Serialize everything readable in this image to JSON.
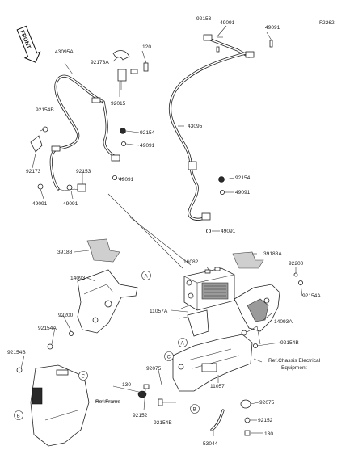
{
  "figure_code": "F2262",
  "front_marker": "FRONT",
  "callouts": {
    "A": "A",
    "B": "B",
    "C": "C"
  },
  "references": {
    "chassis_electrical": [
      "Ref.Chassis Electrical",
      "Equipment"
    ],
    "frame": "Ref.Frame"
  },
  "parts": {
    "p43095A": "43095A",
    "p92173A": "92173A",
    "p120": "120",
    "p92015": "92015",
    "p92154_a": "92154",
    "p49091_a": "49091",
    "p49091_b": "49091",
    "p92154B_a": "92154B",
    "p92173": "92173",
    "p92153_a": "92153",
    "p49091_c": "49091",
    "p49091_d": "49091",
    "p92153_b": "92153",
    "p49091_top1": "49091",
    "p49091_top2": "49091",
    "p43095": "43095",
    "p92154_b": "92154",
    "p49091_e": "49091",
    "p49091_f": "49091",
    "p39188": "39188",
    "p16082": "16082",
    "p39188A": "39188A",
    "p92200_a": "92200",
    "p92154A_a": "92154A",
    "p14093": "14093",
    "p11057A": "11057A",
    "p14093A": "14093A",
    "p92200_b": "92200",
    "p92154A_b": "92154A",
    "p92154B_b": "92154B",
    "p92154B_c": "92154B",
    "p92075_a": "92075",
    "p130_a": "130",
    "p11057": "11057",
    "p92152_a": "92152",
    "p92154B_d": "92154B",
    "p92075_b": "92075",
    "p92152_b": "92152",
    "p53044": "53044",
    "p130_b": "130"
  }
}
